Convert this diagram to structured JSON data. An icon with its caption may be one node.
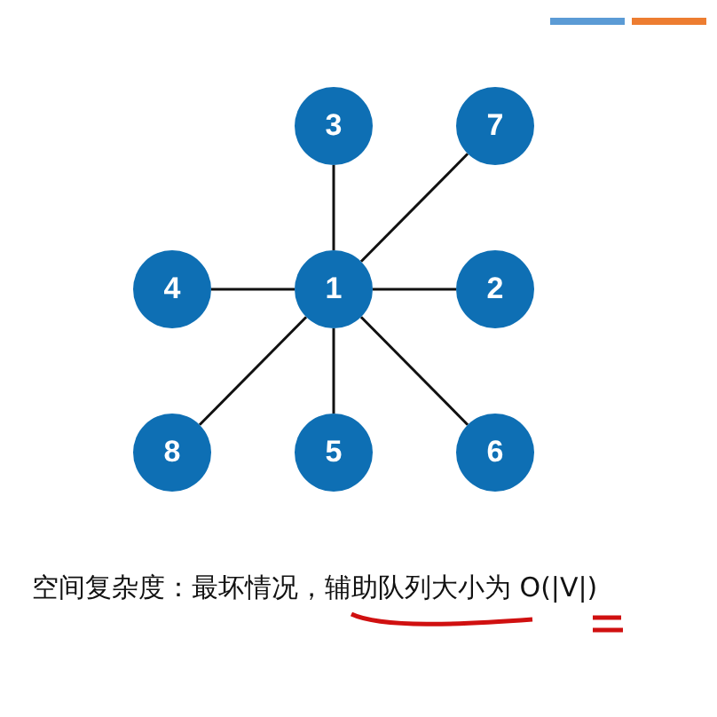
{
  "diagram": {
    "nodes": [
      {
        "text": [
          "3"
        ]
      },
      {
        "text": [
          "7"
        ]
      },
      {
        "text": [
          "4"
        ]
      },
      {
        "text": [
          "1"
        ]
      },
      {
        "text": [
          "2"
        ]
      },
      {
        "text": [
          "8"
        ]
      },
      {
        "text": [
          "5"
        ]
      },
      {
        "text": [
          "6"
        ]
      }
    ],
    "edges": [
      {
        "from": 3,
        "to": 0,
        "arrow": "none"
      },
      {
        "from": 3,
        "to": 1,
        "arrow": "none"
      },
      {
        "from": 3,
        "to": 2,
        "arrow": "none"
      },
      {
        "from": 3,
        "to": 4,
        "arrow": "none"
      },
      {
        "from": 3,
        "to": 5,
        "arrow": "none"
      },
      {
        "from": 3,
        "to": 6,
        "arrow": "none"
      },
      {
        "from": 3,
        "to": 7,
        "arrow": "none"
      }
    ],
    "labels": [
      "空间复杂度：最坏情况，辅助队列大小为 O(|V|)"
    ]
  }
}
